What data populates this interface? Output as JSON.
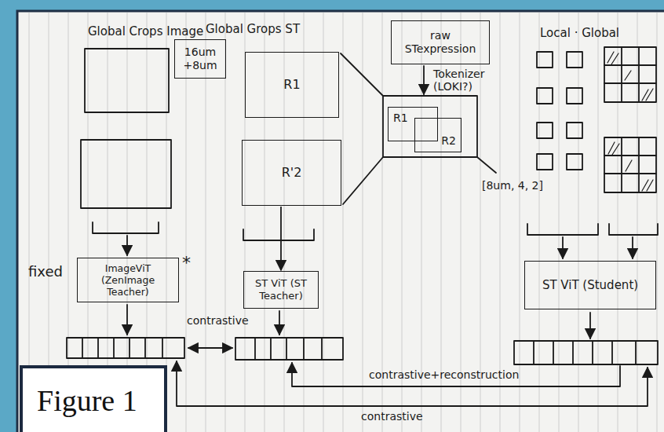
{
  "diagram": {
    "caption": "Figure 1",
    "nodes": [
      {
        "text": [
          "16um +8um"
        ]
      },
      {
        "text": [
          "R1"
        ]
      },
      {
        "text": [
          "R'2"
        ]
      },
      {
        "text": [
          "raw STexpression"
        ]
      },
      {
        "text": [
          "R1"
        ]
      },
      {
        "text": [
          "R2"
        ]
      },
      {
        "text": [
          "ImageViT (ZenImage Teacher)"
        ]
      },
      {
        "text": [
          "ST ViT (ST Teacher)"
        ]
      },
      {
        "text": [
          "ST ViT (Student)"
        ]
      }
    ],
    "edges": [
      {
        "from": 2,
        "to": 7,
        "arrow": "to"
      }
    ],
    "labels": [
      "Global Crops Image",
      "Global Grops ST",
      "Tokenizer (LOKI?)",
      "Local · Global",
      "[8um, 4, 2]",
      "fixed",
      "*",
      "contrastive",
      "contrastive+reconstruction",
      "contrastive"
    ]
  }
}
